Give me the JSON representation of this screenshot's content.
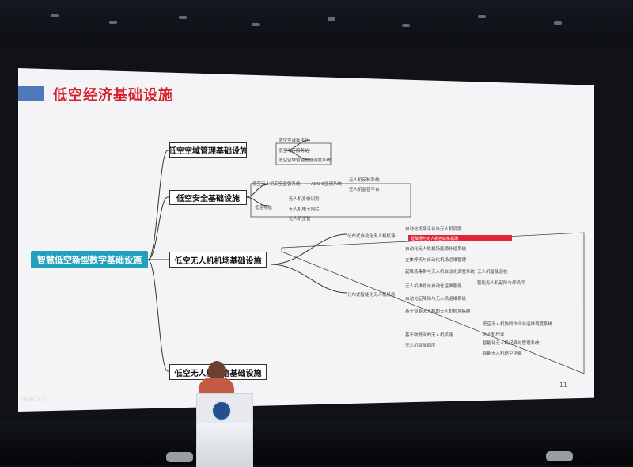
{
  "slide": {
    "title": "低空经济基础设施",
    "root": "智慧低空新型数字基础设施",
    "page_number": "11",
    "bottom_note": "◎ ◎  ◇  ○",
    "branches": [
      {
        "label": "低空空域管理基础设施",
        "leaves": [
          "低空空域数字化",
          "低空飞行服务站",
          "低空空域智能管理调度系统"
        ]
      },
      {
        "label": "低空安全基础设施",
        "leaves": [
          "低空无人机安全监管系统",
          "ADS-B监测系统",
          "无人机反制系统",
          "无人机监管平台",
          "无人机身份识别",
          "低空导航",
          "无人机电子围栏",
          "无人机空管"
        ]
      },
      {
        "label": "低空无人机机场基础设施",
        "leaves": [
          "分布式自动化无人机机场",
          "自动化机场平台与无人机调度",
          "起降场与无人机自动化机场",
          "自动化无人机机场能源补给系统",
          "立体停机与自动化机场运维管理",
          "起降场集群与无人机自动化调度系统",
          "无人机智能巡检",
          "智能无人机起降与停机坪",
          "分布式智能化无人机机场",
          "无人机维修与自动化运维服务",
          "自动化起降场与无人机运维系统",
          "基于智能无人机的无人机机场集群",
          "低空无人机协同作业与运维调度系统",
          "无人机作业",
          "基于物联网的无人机机场",
          "智能化无人机起降与管理系统",
          "无人机智能调度",
          "智能无人机航空运输"
        ]
      },
      {
        "label": "低空无人机通信基础设施",
        "leaves": []
      }
    ]
  },
  "colors": {
    "title": "#d81f2e",
    "root": "#20a2bd",
    "accent": "#4f79b9",
    "highlight": "#e32437"
  }
}
